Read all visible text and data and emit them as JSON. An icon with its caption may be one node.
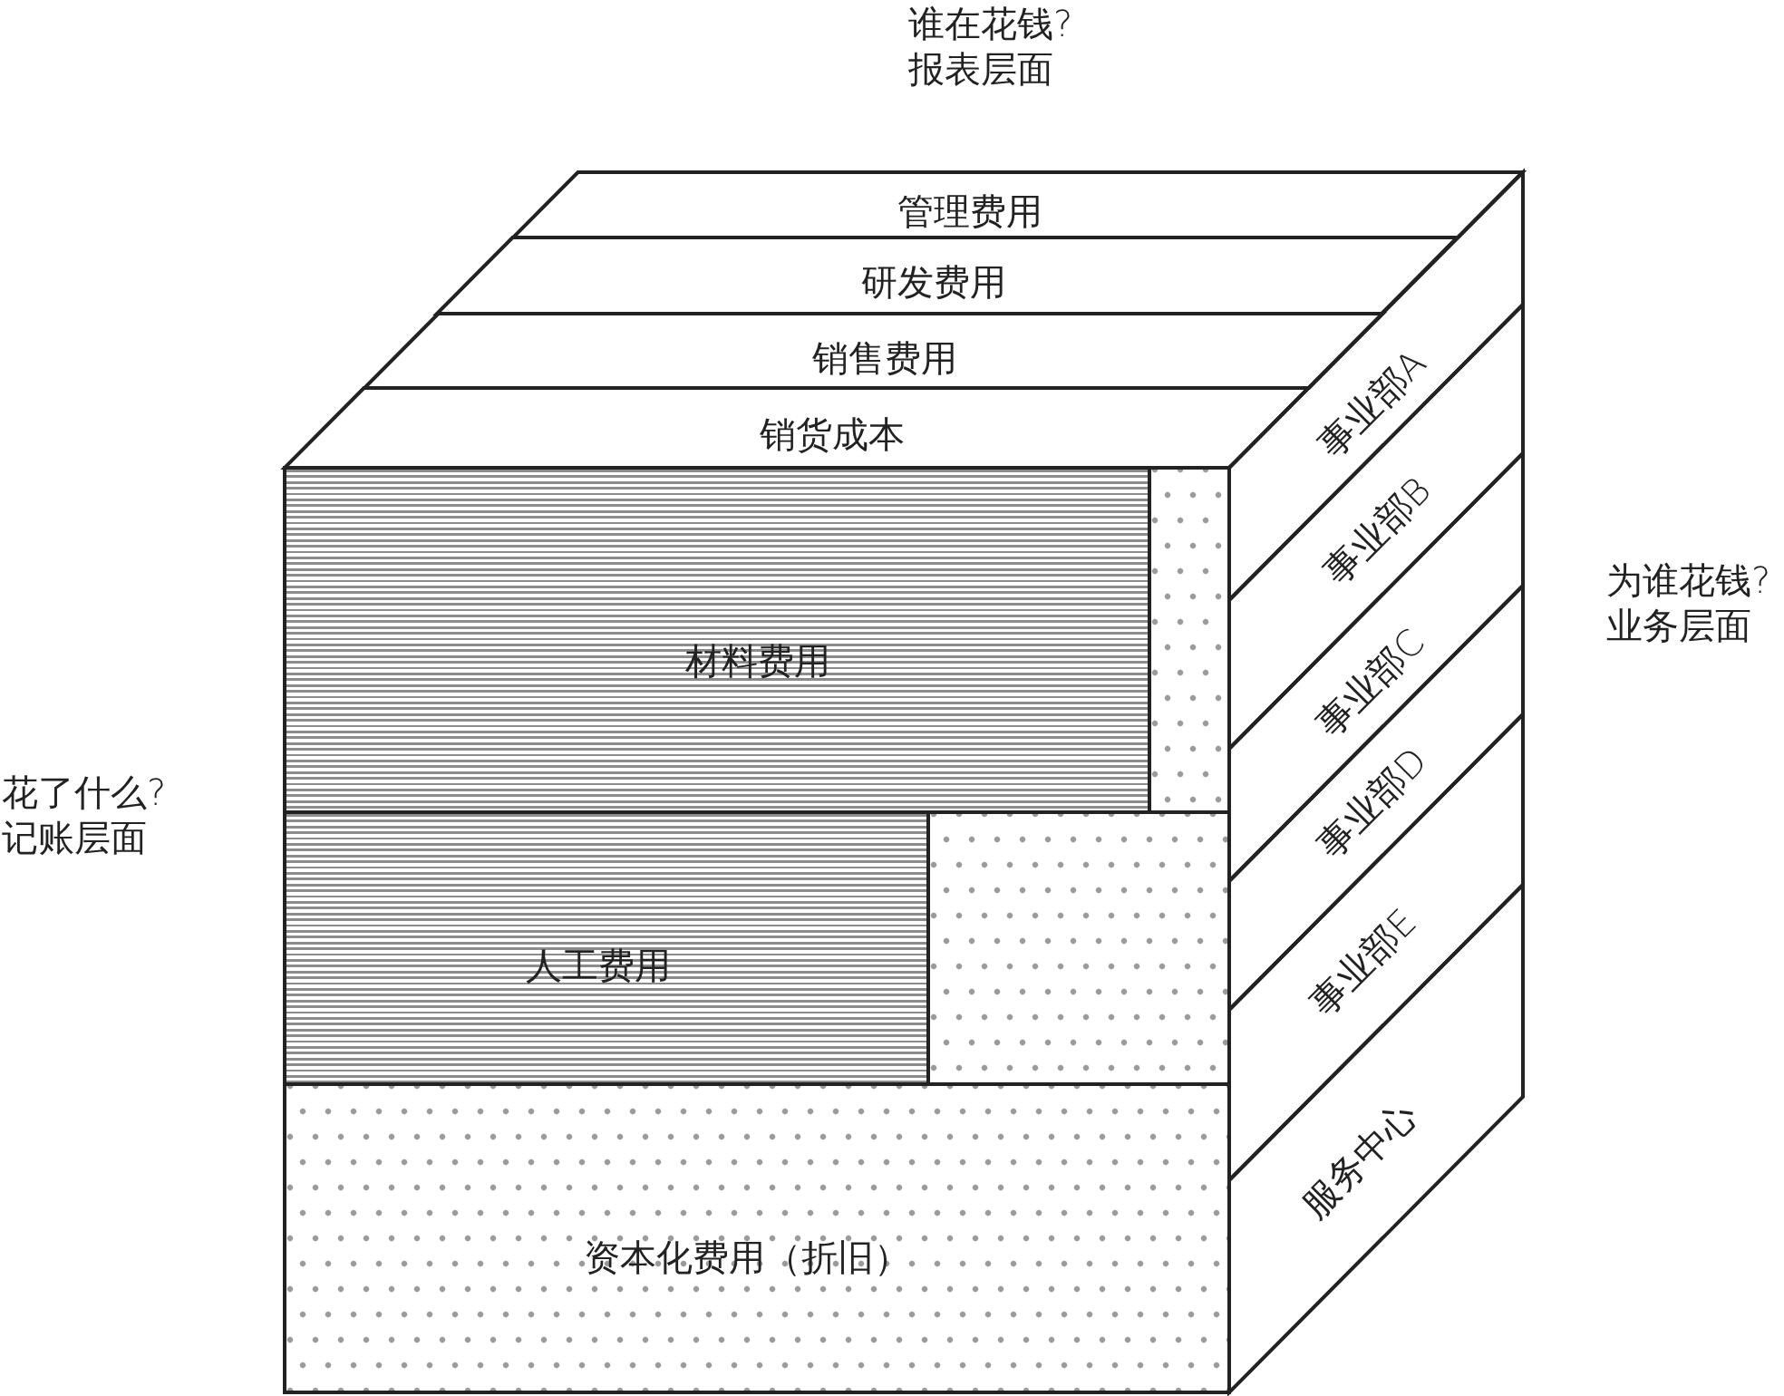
{
  "diagram": {
    "nodes": [
      {
        "text": [
          "管理费用"
        ]
      },
      {
        "text": [
          "研发费用"
        ]
      },
      {
        "text": [
          "销售费用"
        ]
      },
      {
        "text": [
          "销货成本"
        ]
      },
      {
        "text": [
          "材料费用"
        ]
      },
      {
        "text": [],
        "shape": "box"
      },
      {
        "text": [
          "人工费用"
        ]
      },
      {
        "text": [],
        "shape": "box"
      },
      {
        "text": [
          "资本化费用（折旧）"
        ]
      },
      {
        "text": [
          "事业部A"
        ]
      },
      {
        "text": [
          "事业部B"
        ]
      },
      {
        "text": [
          "事业部C"
        ]
      },
      {
        "text": [
          "事业部D"
        ]
      },
      {
        "text": [
          "事业部E"
        ]
      },
      {
        "text": [
          "服务中心"
        ]
      }
    ],
    "labels": [
      "谁在花钱?",
      "报表层面",
      "为谁花钱?",
      "业务层面",
      "花了什么?",
      "记账层面"
    ]
  }
}
